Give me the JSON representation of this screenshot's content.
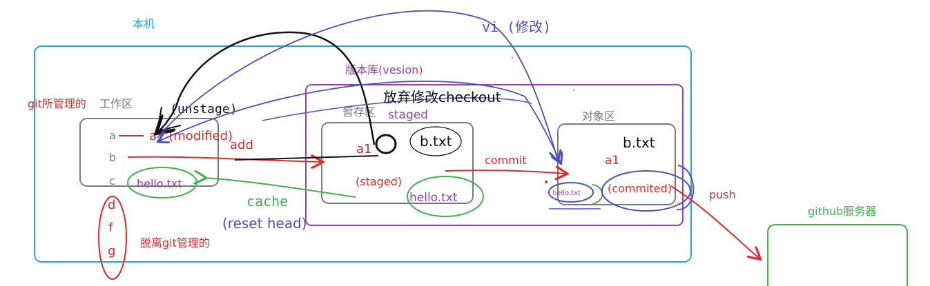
{
  "colors": {
    "cyan": "#1ea7e1",
    "purple": "#9b3fa6",
    "gray": "#7a7a7a",
    "red": "#e8262a",
    "green": "#3cb44b",
    "blue": "#4a4fc7",
    "black": "#111111"
  },
  "labels": {
    "local": "本机",
    "vi_modify": "vi  (修改)",
    "repo": "版本库(vesion)",
    "git_workspace_prefix": "git所管理的",
    "git_workspace_suffix": "工作区",
    "unstage": "(unstage)",
    "discard_checkout": "放弃修改checkout",
    "stage_area": "暂存区",
    "staged_top": "staged",
    "object_area": "对象区",
    "file_a": "a",
    "file_b": "b",
    "file_c": "c",
    "a1_modified": "a1 (modified)",
    "add": "add",
    "a1_staged": "a1",
    "btxt_staged": "b.txt",
    "btxt_object": "b.txt",
    "commit": "commit",
    "a1_object": "a1",
    "staged_paren": "(staged)",
    "hello_work": "hello.txt",
    "hello_stage": "hello.txt",
    "hello_object": "hello.txt",
    "commited": "(commited)",
    "push": "push",
    "cache": "cache",
    "reset_head": "(reset head)",
    "d": "d",
    "f": "f",
    "g": "g",
    "untracked": "脱离git管理的",
    "github_server": "github服务器"
  }
}
